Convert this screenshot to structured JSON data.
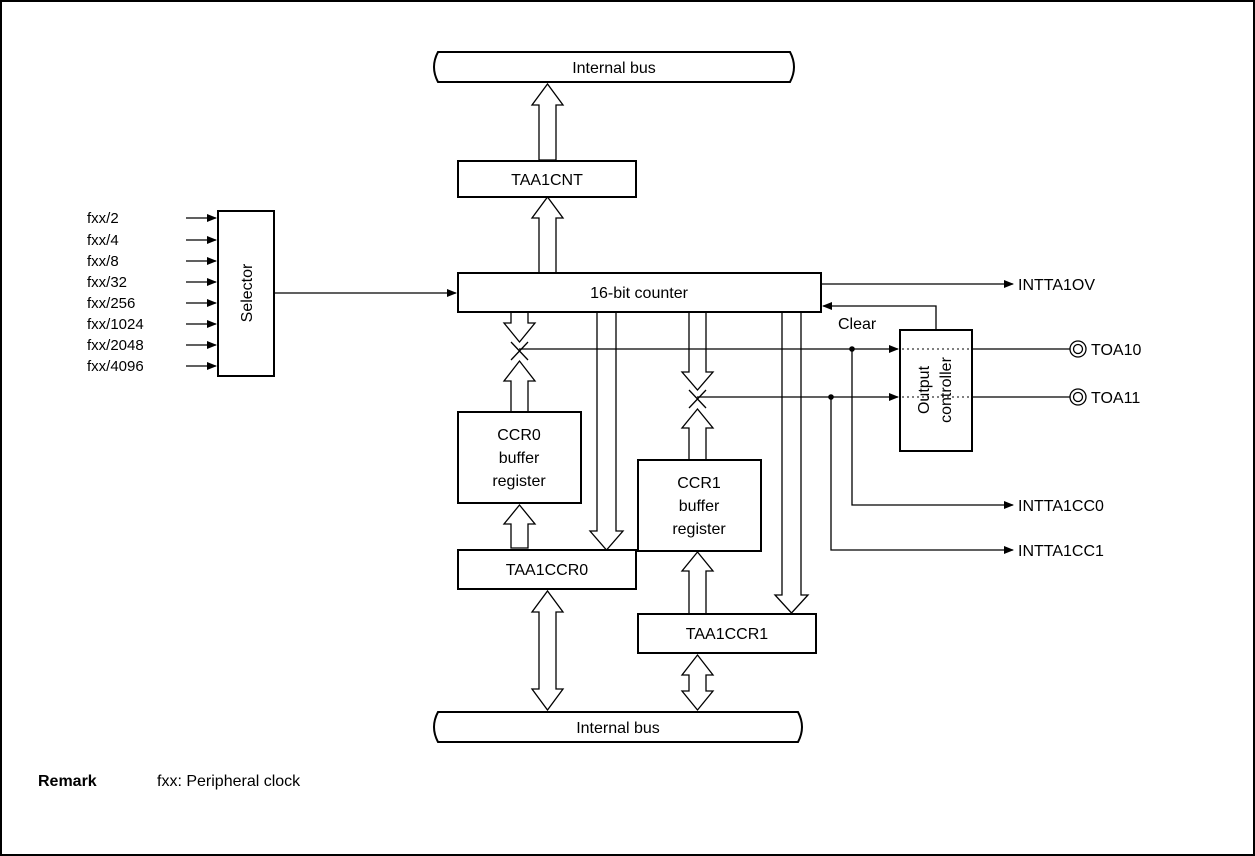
{
  "diagram": {
    "buses": {
      "top": "Internal bus",
      "bottom": "Internal bus"
    },
    "clock_inputs": [
      "fxx/2",
      "fxx/4",
      "fxx/8",
      "fxx/32",
      "fxx/256",
      "fxx/1024",
      "fxx/2048",
      "fxx/4096"
    ],
    "blocks": {
      "selector": "Selector",
      "counter": "16-bit counter",
      "cnt": "TAA1CNT",
      "ccr0_buffer": [
        "CCR0",
        "buffer",
        "register"
      ],
      "ccr1_buffer": [
        "CCR1",
        "buffer",
        "register"
      ],
      "ccr0": "TAA1CCR0",
      "ccr1": "TAA1CCR1",
      "output_controller": [
        "Output",
        "controller"
      ]
    },
    "signals": {
      "overflow": "INTTA1OV",
      "clear": "Clear",
      "cc0": "INTTA1CC0",
      "cc1": "INTTA1CC1"
    },
    "pins": {
      "toa10": "TOA10",
      "toa11": "TOA11"
    }
  },
  "remark": {
    "label": "Remark",
    "text": "fxx: Peripheral clock"
  }
}
